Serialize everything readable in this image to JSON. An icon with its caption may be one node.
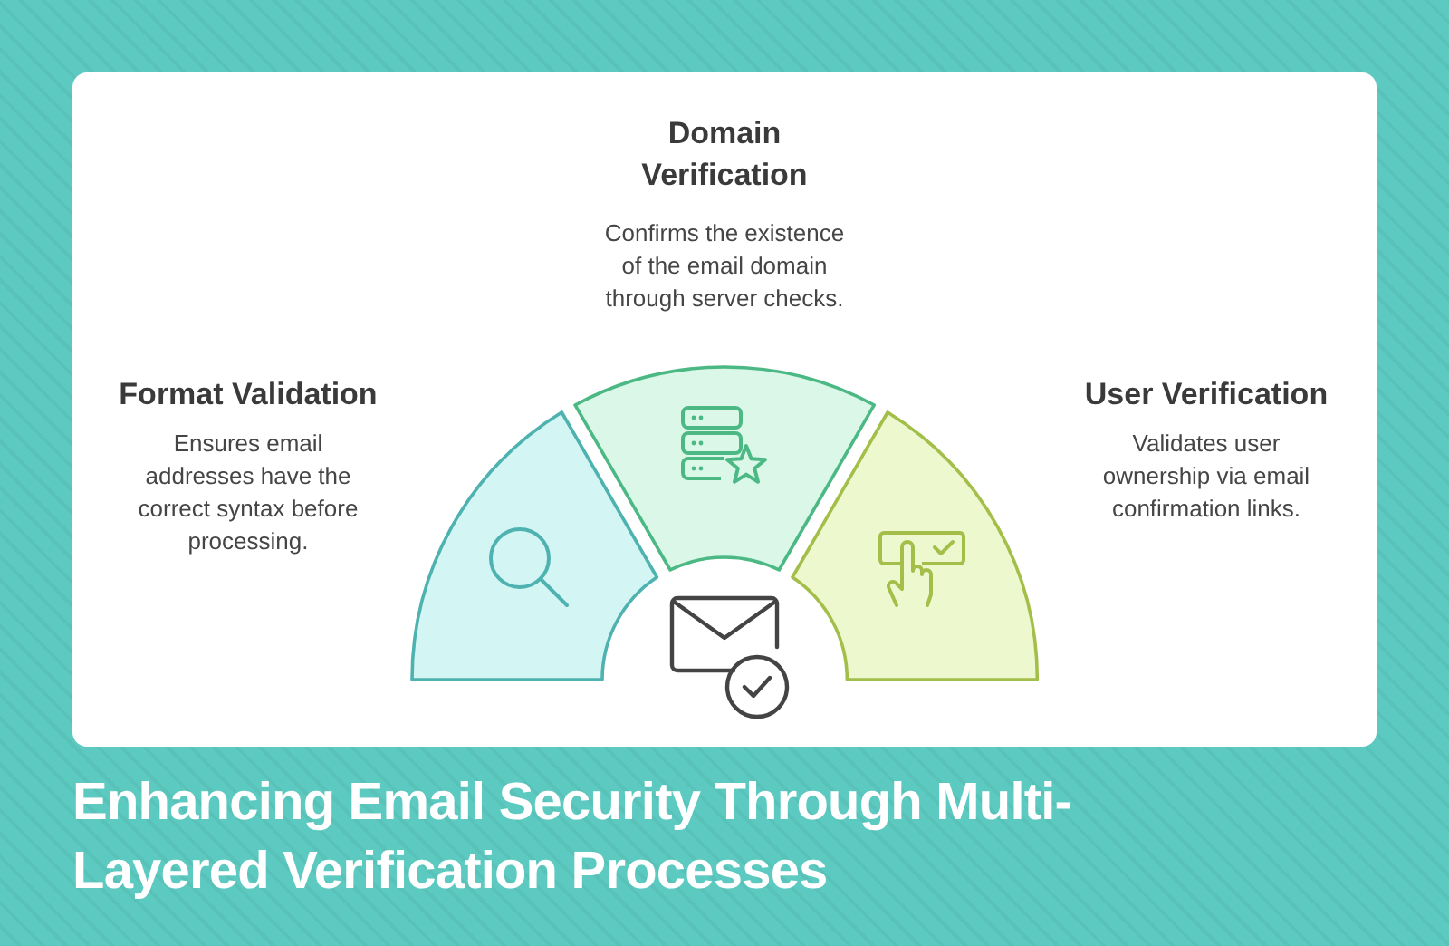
{
  "diagram": {
    "title": "Enhancing Email Security Through Multi-Layered Verification Processes",
    "nodes": [
      {
        "text": [
          "Format Validation",
          "Ensures email addresses have the correct syntax before processing."
        ]
      },
      {
        "text": [
          "Domain Verification",
          "Confirms the existence of the email domain through server checks."
        ]
      },
      {
        "text": [
          "User Verification",
          "Validates user ownership via email confirmation links."
        ]
      }
    ]
  }
}
